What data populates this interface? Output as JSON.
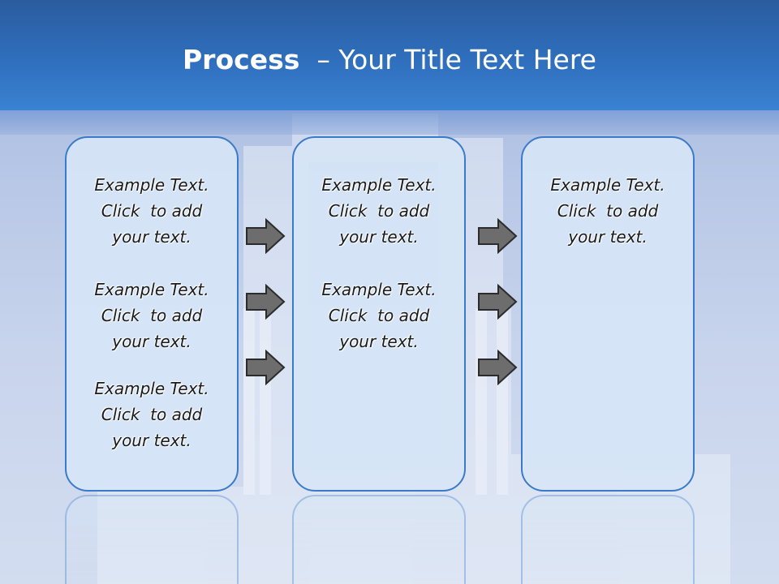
{
  "title": {
    "bold": "Process",
    "rest": "  – Your Title Text Here"
  },
  "columns": [
    {
      "items": [
        {
          "line1": "Example Text.",
          "line2": "Click  to add",
          "line3": "your text."
        },
        {
          "line1": "Example Text.",
          "line2": "Click  to add",
          "line3": "your text."
        },
        {
          "line1": "Example Text.",
          "line2": "Click  to add",
          "line3": "your text."
        }
      ]
    },
    {
      "items": [
        {
          "line1": "Example Text.",
          "line2": "Click  to add",
          "line3": "your text."
        },
        {
          "line1": "Example Text.",
          "line2": "Click  to add",
          "line3": "your text."
        }
      ]
    },
    {
      "items": [
        {
          "line1": "Example Text.",
          "line2": "Click  to add",
          "line3": "your text."
        }
      ]
    }
  ],
  "colors": {
    "header": "#2f6fbd",
    "box_border": "#3b7ac9",
    "box_fill": "#d6e5f6",
    "arrow_fill": "#6d6d6d"
  },
  "icons": [
    "right-arrow-icon"
  ]
}
